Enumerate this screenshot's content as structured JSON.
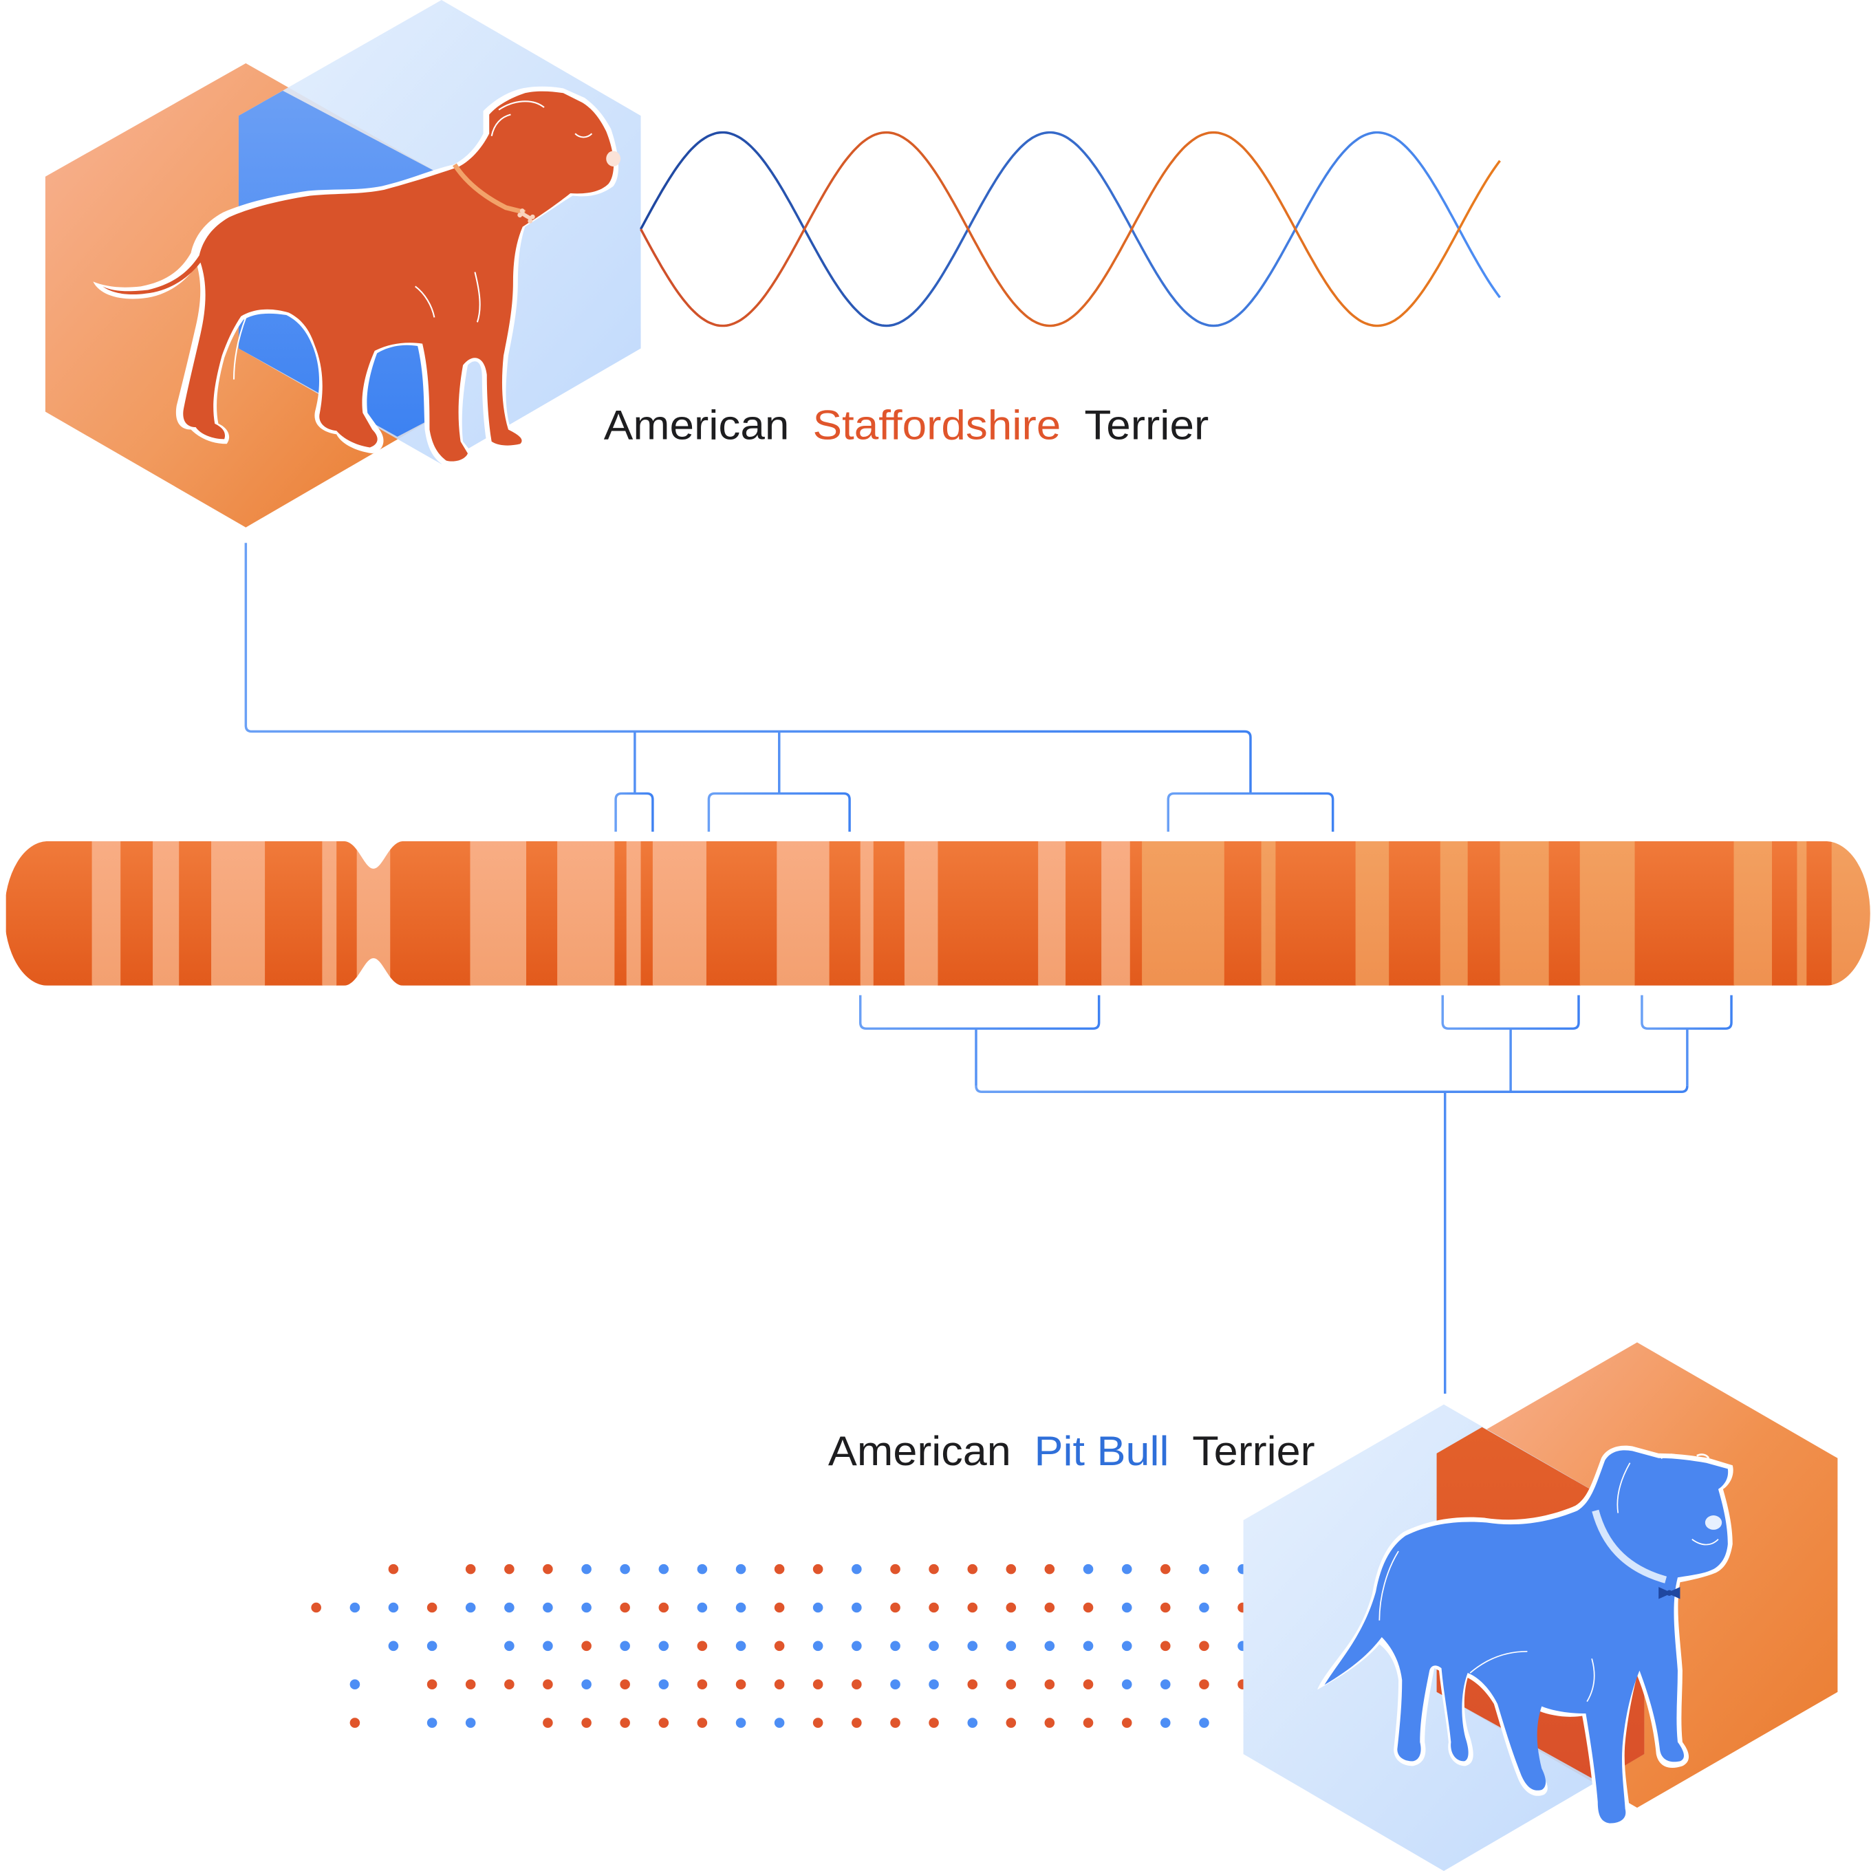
{
  "breeds": [
    {
      "id": "staffordshire",
      "label_prefix": "American",
      "label_highlight": "Staffordshire",
      "label_suffix": "Terrier",
      "highlight_color": "#e0552b",
      "dog_color": "#d9532a",
      "collar_color": "#f2a36a",
      "tag_icon": "bone-tag-icon"
    },
    {
      "id": "pitbull",
      "label_prefix": "American",
      "label_highlight": "Pit Bull",
      "label_suffix": "Terrier",
      "highlight_color": "#2f6fd9",
      "dog_color": "#4a86f0",
      "collar_color": "#cfe0fb",
      "tag_icon": "bowtie-icon"
    }
  ],
  "colors": {
    "orange": "#e0552b",
    "orange_light": "#f6a676",
    "orange_mid": "#ec7a3c",
    "blue": "#4d8ef5",
    "blue_dark": "#1f47a0",
    "blue_pale": "#cfe2fc",
    "connector": "#4a86ef"
  },
  "helix": {
    "strands": [
      "blue",
      "orange"
    ],
    "half_turns": 5
  },
  "chromosome": {
    "bands": [
      [
        "d",
        72
      ],
      [
        "l",
        24
      ],
      [
        "d",
        27
      ],
      [
        "l",
        22
      ],
      [
        "d",
        27
      ],
      [
        "l",
        45
      ],
      [
        "d",
        48
      ],
      [
        "l",
        12
      ],
      [
        "d",
        17
      ],
      [
        "c",
        28
      ],
      [
        "d",
        67
      ],
      [
        "l",
        47
      ],
      [
        "d",
        26
      ],
      [
        "l",
        48
      ],
      [
        "d",
        10
      ],
      [
        "l",
        12
      ],
      [
        "d",
        10
      ],
      [
        "l",
        45
      ],
      [
        "d",
        59
      ],
      [
        "l",
        44
      ],
      [
        "d",
        26
      ],
      [
        "l",
        11
      ],
      [
        "d",
        26
      ],
      [
        "l",
        28
      ],
      [
        "d",
        84
      ],
      [
        "l",
        23
      ],
      [
        "d",
        30
      ],
      [
        "l",
        24
      ],
      [
        "d",
        10
      ],
      [
        "l",
        69
      ],
      [
        "d",
        31
      ],
      [
        "l",
        12
      ],
      [
        "d",
        67
      ],
      [
        "l",
        28
      ],
      [
        "d",
        43
      ],
      [
        "l",
        23
      ],
      [
        "d",
        27
      ],
      [
        "l",
        41
      ],
      [
        "d",
        26
      ],
      [
        "l",
        46
      ],
      [
        "d",
        83
      ],
      [
        "l",
        32
      ],
      [
        "d",
        21
      ],
      [
        "l",
        8
      ],
      [
        "d",
        21
      ],
      [
        "l",
        33
      ]
    ]
  },
  "dot_grid": {
    "rows": [
      "--o-ooobbbbboobooooobbobbb",
      "obbobbbboobbobbooooooboboo",
      "--bb-bbobbobobbbbbbbbboobb",
      "-b-oooobobooooobboooobbooo",
      "-o-bb-ooooobbooooboooobb"
    ]
  }
}
